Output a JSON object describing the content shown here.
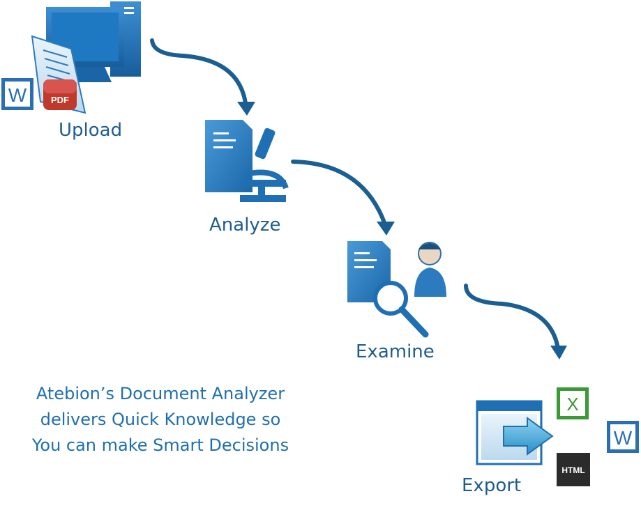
{
  "steps": [
    {
      "label": "Upload"
    },
    {
      "label": "Analyze"
    },
    {
      "label": "Examine"
    },
    {
      "label": "Export"
    }
  ],
  "tagline": [
    "Atebion’s Document Analyzer",
    "delivers Quick Knowledge so",
    "You can make Smart Decisions"
  ],
  "badges": {
    "word": "W",
    "pdf": "PDF",
    "excel": "X",
    "html": "HTML"
  },
  "colors": {
    "primary_blue": "#1f6fae",
    "label_blue": "#1f5d8f",
    "arrow_blue": "#1a5e92",
    "pdf_red": "#c0392b",
    "excel_green": "#3a9a35",
    "html_dark": "#2b2b2b"
  },
  "icons": [
    "desktop-computer-icon",
    "document-icon",
    "pdf-file-icon",
    "word-file-icon",
    "microscope-icon",
    "magnifier-icon",
    "user-icon",
    "export-window-icon",
    "excel-file-icon",
    "html-file-icon"
  ]
}
